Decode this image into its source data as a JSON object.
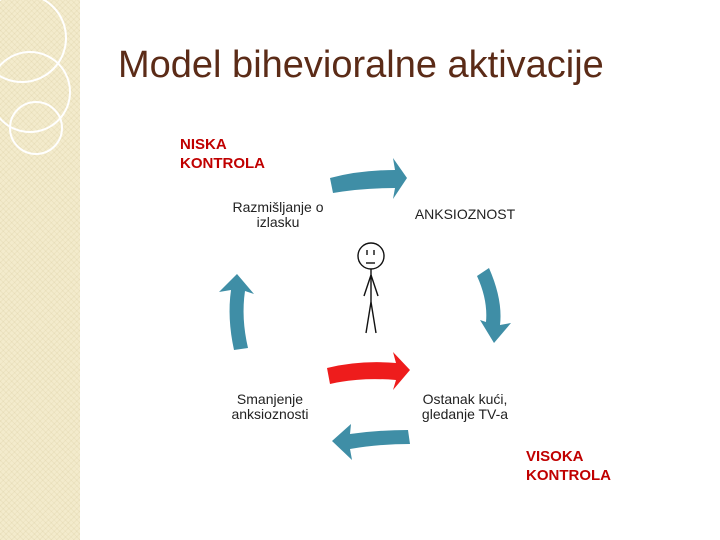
{
  "slide": {
    "title": "Model bihevioralne aktivacije"
  },
  "diagram": {
    "top_label": [
      "NISKA",
      "KONTROLA"
    ],
    "bottom_label": [
      "VISOKA",
      "KONTROLA"
    ],
    "nodes": {
      "top_left": [
        "Razmišljanje o",
        "izlasku"
      ],
      "top_right": "ANKSIOZNOST",
      "bottom_right": [
        "Ostanak kući,",
        "gledanje TV-a"
      ],
      "bottom_left": [
        "Smanjenje",
        "anksioznosti"
      ]
    },
    "colors": {
      "arrow": "#3f8ea6",
      "highlight_arrow": "#ee1c1c",
      "label": "#c00000",
      "title": "#5b2b17"
    },
    "icons": [
      "curved-arrow-icon",
      "stick-figure-icon"
    ]
  }
}
